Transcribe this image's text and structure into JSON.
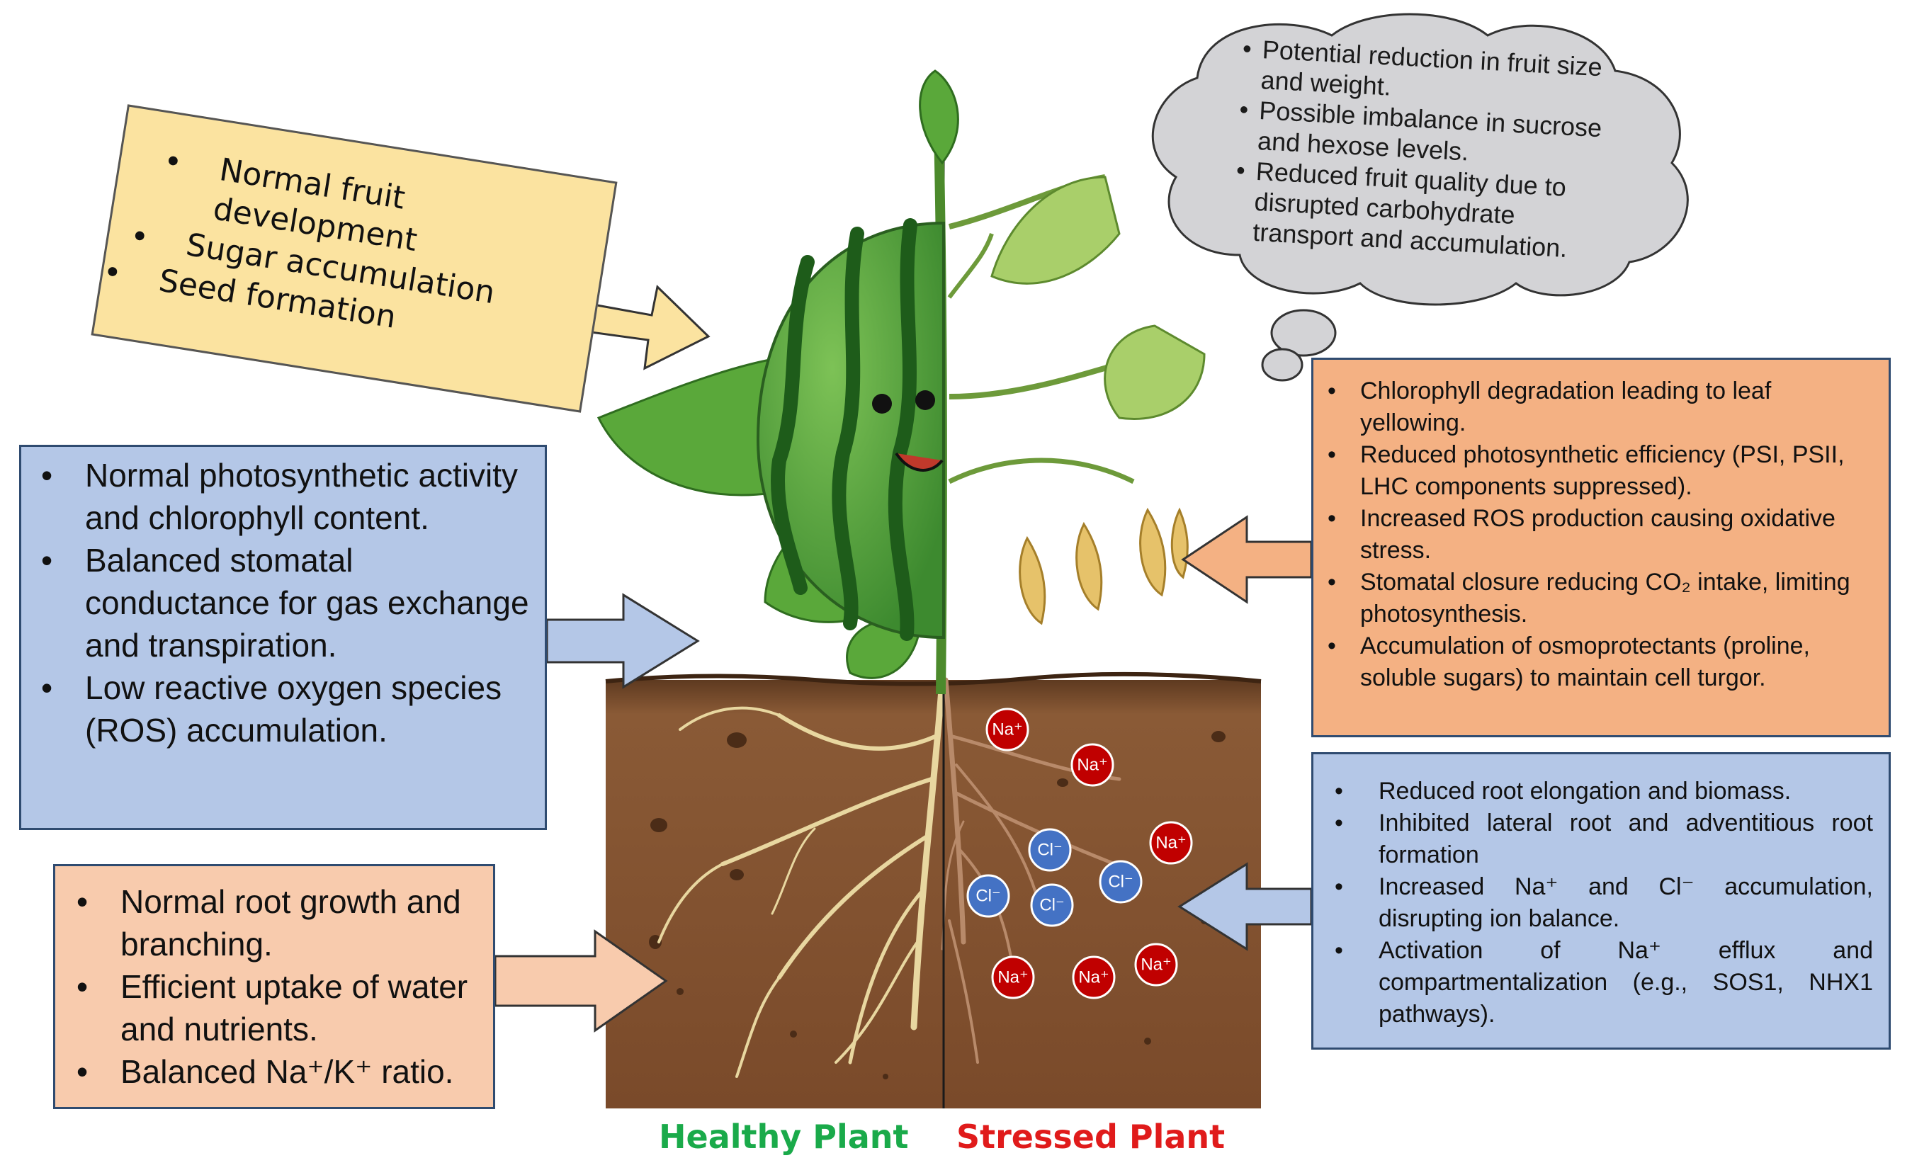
{
  "yellow_box": {
    "items": [
      "Normal fruit development",
      "Sugar accumulation",
      "Seed formation"
    ]
  },
  "cloud": {
    "items": [
      "Potential reduction in fruit size and weight.",
      "Possible imbalance in sucrose and hexose levels.",
      "Reduced fruit quality due to disrupted carbohydrate transport and accumulation."
    ]
  },
  "left_blue": {
    "items": [
      "Normal photosynthetic activity and chlorophyll content.",
      "Balanced stomatal conductance for gas exchange and transpiration.",
      "Low reactive oxygen species (ROS) accumulation."
    ]
  },
  "left_peach": {
    "items": [
      "Normal root growth and branching.",
      "Efficient uptake of water and nutrients.",
      "Balanced Na⁺/K⁺ ratio."
    ]
  },
  "right_orange": {
    "items": [
      "Chlorophyll degradation leading to leaf yellowing.",
      "Reduced photosynthetic efficiency (PSI, PSII, LHC components suppressed).",
      "Increased ROS production causing oxidative stress.",
      "Stomatal closure reducing CO₂ intake, limiting photosynthesis.",
      "Accumulation of osmoprotectants (proline, soluble sugars) to maintain cell turgor."
    ]
  },
  "right_blue": {
    "items": [
      "Reduced root elongation and biomass.",
      "Inhibited lateral root and adventitious root formation",
      "Increased Na⁺ and Cl⁻ accumulation, disrupting ion balance.",
      "Activation of Na⁺ efflux and compartmentalization (e.g., SOS1, NHX1 pathways)."
    ]
  },
  "ions": {
    "sodium": "Na⁺",
    "chloride": "Cl⁻"
  },
  "captions": {
    "healthy": "Healthy Plant",
    "stressed": "Stressed Plant"
  },
  "colors": {
    "healthy": "#1aaa4a",
    "stressed": "#e01b1b",
    "sodium_ion": "#c00000",
    "chloride_ion": "#4472c4",
    "soil": "#7a4a2a"
  }
}
